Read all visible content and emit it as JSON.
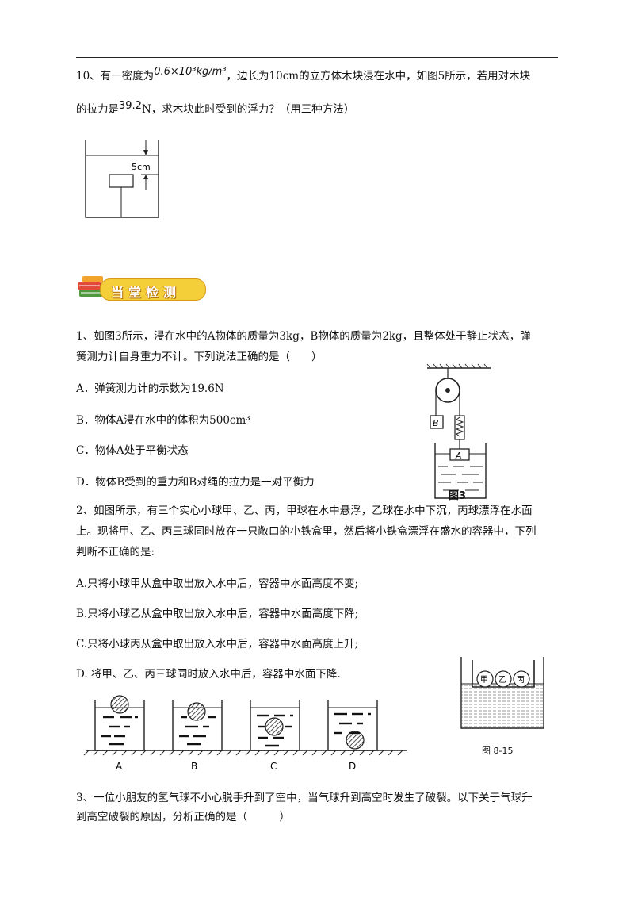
{
  "q10": {
    "line1_pre": "10、有一密度为",
    "density": "0.6×10³kg/m³",
    "line1_post": "，边长为10cm的立方体木块浸在水中，如图5所示，若用对木块",
    "line2_pre": "的拉力是",
    "force": "39.2",
    "line2_post": "N，求木块此时受到的浮力？（用三种方法）",
    "fig_label": "5cm"
  },
  "banner": {
    "label": "当堂检测"
  },
  "q1": {
    "line1": "1、如图3所示，浸在水中的A物体的质量为3kg，B物体的质量为2kg，且整体处于静止状态，弹",
    "line2": "簧测力计自身重力不计。下列说法正确的是（　　）",
    "options": [
      "A．弹簧测力计的示数为19.6N",
      "B．物体A浸在水中的体积为500cm³",
      "C．物体A处于平衡状态",
      "D．物体B受到的重力和B对绳的拉力是一对平衡力"
    ],
    "fig_caption": "图3",
    "label_a": "A",
    "label_b": "B"
  },
  "q2": {
    "line1": "2、如图所示，有三个实心小球甲、乙、丙，甲球在水中悬浮，乙球在水中下沉，丙球漂浮在水面",
    "line2": "上。现将甲、乙、丙三球同时放在一只敞口的小铁盒里，然后将小铁盒漂浮在盛水的容器中，下列",
    "line3": "判断不正确的是:",
    "options": [
      "A.只将小球甲从盒中取出放入水中后，容器中水面高度不变;",
      "B.只将小球乙从盒中取出放入水中后，容器中水面高度下降;",
      "C.只将小球丙从盒中取出放入水中后，容器中水面高度上升;",
      "D.  将甲、乙、丙三球同时放入水中后，容器中水面下降."
    ],
    "beaker_labels": [
      "A",
      "B",
      "C",
      "D"
    ],
    "ball_labels": [
      "甲",
      "乙",
      "丙"
    ],
    "fig_caption": "图 8-15"
  },
  "q3": {
    "line1": "3、一位小朋友的氢气球不小心脱手升到了空中，当气球升到高空时发生了破裂。以下关于气球升",
    "line2": "到高空破裂的原因，分析正确的是（　　　）"
  }
}
